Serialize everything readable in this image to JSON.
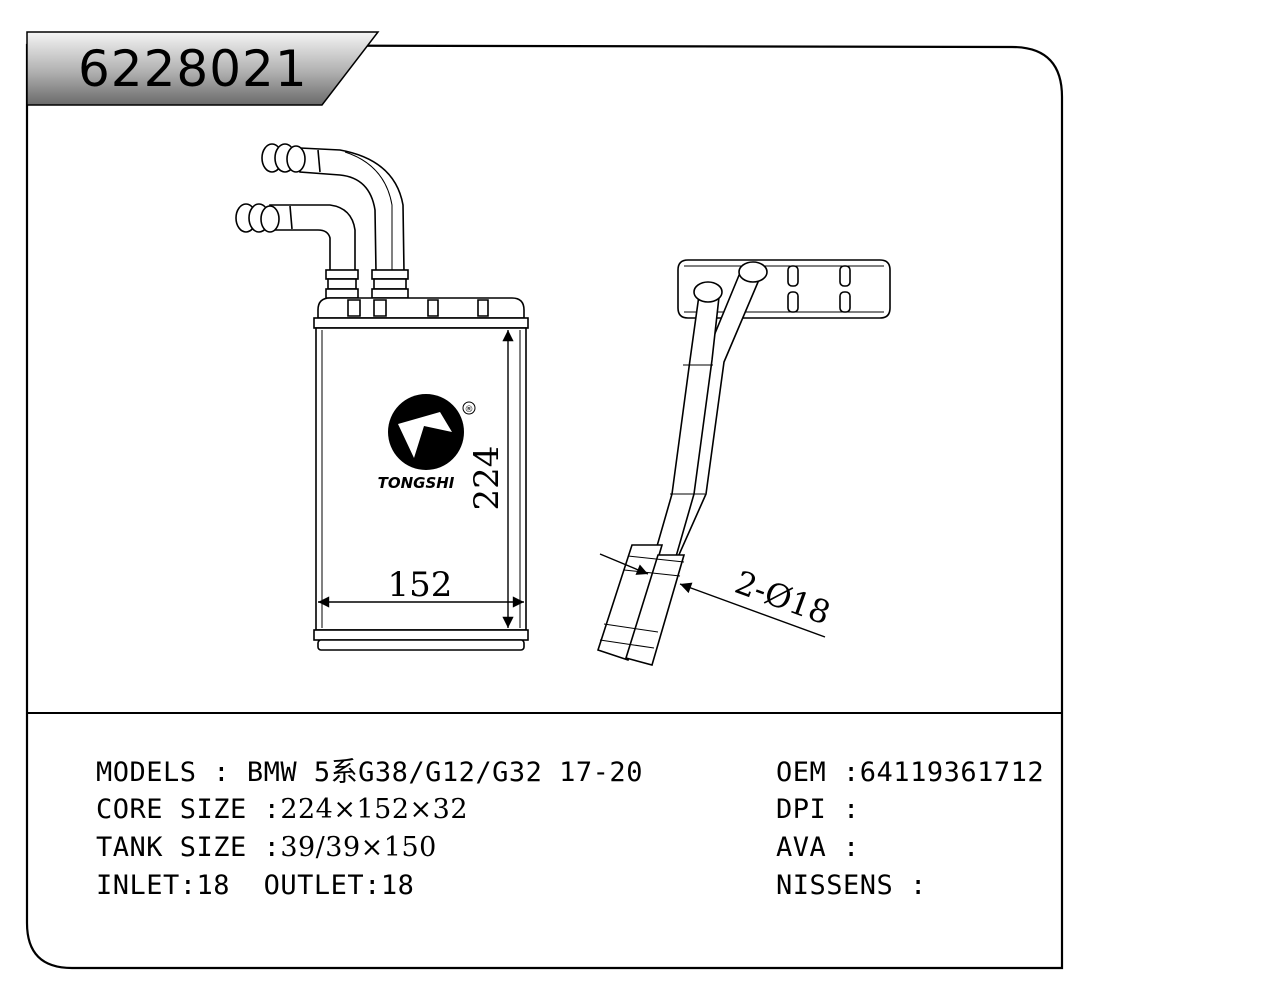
{
  "part_number": "6228021",
  "brand": {
    "name": "TONGSHI",
    "registered_mark": "®"
  },
  "dimensions": {
    "height_label": "224",
    "width_label": "152",
    "pipe_label": "2-Ø18"
  },
  "specs_left": [
    {
      "key": "MODELS",
      "sep": " : ",
      "value": "BMW 5系G38/G12/G32 17-20"
    },
    {
      "key": "CORE SIZE",
      "sep": " :",
      "value": "224×152×32"
    },
    {
      "key": "TANK SIZE",
      "sep": " :",
      "value": "39/39×150"
    },
    {
      "key": "INLET",
      "sep": ":",
      "value": "18",
      "key2": "OUTLET",
      "sep2": ":",
      "value2": "18"
    }
  ],
  "specs_right": [
    {
      "key": "OEM",
      "sep": " :",
      "value": "64119361712"
    },
    {
      "key": "DPI",
      "sep": " :",
      "value": ""
    },
    {
      "key": "AVA",
      "sep": " :",
      "value": ""
    },
    {
      "key": "NISSENS",
      "sep": " :",
      "value": ""
    }
  ]
}
